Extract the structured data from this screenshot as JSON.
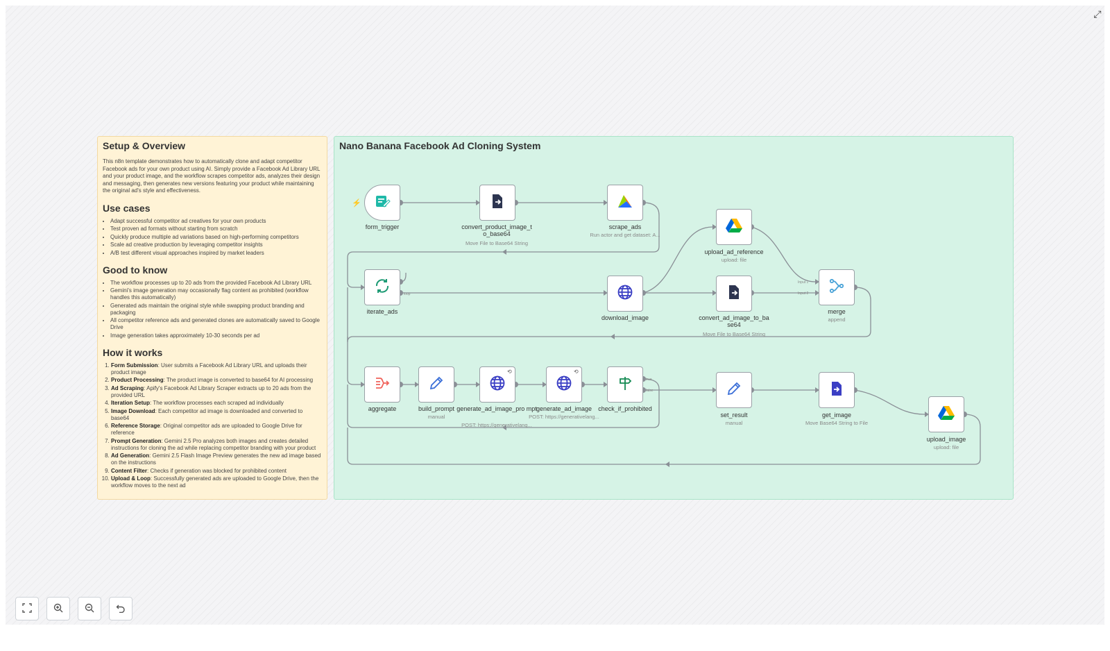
{
  "sticky_setup": {
    "title": "Setup & Overview",
    "intro": "This n8n template demonstrates how to automatically clone and adapt competitor Facebook ads for your own product using AI. Simply provide a Facebook Ad Library URL and your product image, and the workflow scrapes competitor ads, analyzes their design and messaging, then generates new versions featuring your product while maintaining the original ad's style and effectiveness.",
    "use_cases_title": "Use cases",
    "use_cases": [
      "Adapt successful competitor ad creatives for your own products",
      "Test proven ad formats without starting from scratch",
      "Quickly produce multiple ad variations based on high-performing competitors",
      "Scale ad creative production by leveraging competitor insights",
      "A/B test different visual approaches inspired by market leaders"
    ],
    "good_to_know_title": "Good to know",
    "good_to_know": [
      "The workflow processes up to 20 ads from the provided Facebook Ad Library URL",
      "Gemini's image generation may occasionally flag content as prohibited (workflow handles this automatically)",
      "Generated ads maintain the original style while swapping product branding and packaging",
      "All competitor reference ads and generated clones are automatically saved to Google Drive",
      "Image generation takes approximately 10-30 seconds per ad"
    ],
    "how_title": "How it works",
    "how_steps": [
      {
        "name": "Form Submission",
        "text": ": User submits a Facebook Ad Library URL and uploads their product image"
      },
      {
        "name": "Product Processing",
        "text": ": The product image is converted to base64 for AI processing"
      },
      {
        "name": "Ad Scraping",
        "text": ": Apify's Facebook Ad Library Scraper extracts up to 20 ads from the provided URL"
      },
      {
        "name": "Iteration Setup",
        "text": ": The workflow processes each scraped ad individually"
      },
      {
        "name": "Image Download",
        "text": ": Each competitor ad image is downloaded and converted to base64"
      },
      {
        "name": "Reference Storage",
        "text": ": Original competitor ads are uploaded to Google Drive for reference"
      },
      {
        "name": "Prompt Generation",
        "text": ": Gemini 2.5 Pro analyzes both images and creates detailed instructions for cloning the ad while replacing competitor branding with your product"
      },
      {
        "name": "Ad Generation",
        "text": ": Gemini 2.5 Flash Image Preview generates the new ad image based on the instructions"
      },
      {
        "name": "Content Filter",
        "text": ": Checks if generation was blocked for prohibited content"
      },
      {
        "name": "Upload & Loop",
        "text": ": Successfully generated ads are uploaded to Google Drive, then the workflow moves to the next ad"
      }
    ]
  },
  "sticky_main": {
    "title": "Nano Banana Facebook Ad Cloning System"
  },
  "nodes": {
    "form_trigger": {
      "label": "form_trigger",
      "icon": "form-icon"
    },
    "convert_product": {
      "label": "convert_product_image_t o_base64",
      "sub": "Move File to Base64 String",
      "icon": "file-convert-icon"
    },
    "scrape_ads": {
      "label": "scrape_ads",
      "sub": "Run actor and get dataset: A...",
      "icon": "apify-icon"
    },
    "upload_ad_reference": {
      "label": "upload_ad_reference",
      "sub": "upload: file",
      "icon": "google-drive-icon"
    },
    "iterate_ads": {
      "label": "iterate_ads",
      "icon": "loop-icon",
      "port_label": "loop"
    },
    "download_image": {
      "label": "download_image",
      "icon": "globe-icon"
    },
    "convert_ad_image": {
      "label": "convert_ad_image_to_ba se64",
      "sub": "Move File to Base64 String",
      "icon": "file-convert-icon"
    },
    "merge": {
      "label": "merge",
      "sub": "append",
      "icon": "merge-icon",
      "input1": "Input 1",
      "input2": "Input 2"
    },
    "aggregate": {
      "label": "aggregate",
      "icon": "aggregate-icon"
    },
    "build_prompt": {
      "label": "build_prompt",
      "sub": "manual",
      "icon": "pencil-icon"
    },
    "generate_ad_image_prompt": {
      "label": "generate_ad_image_pro mpt",
      "sub": "POST: https://generativelang...",
      "icon": "globe-icon"
    },
    "generate_ad_image": {
      "label": "generate_ad_image",
      "sub": "POST: https://generativelang...",
      "icon": "globe-icon"
    },
    "check_if_prohibited": {
      "label": "check_if_prohibited",
      "icon": "signpost-icon",
      "true_label": "true",
      "false_label": "false"
    },
    "set_result": {
      "label": "set_result",
      "sub": "manual",
      "icon": "pencil-icon"
    },
    "get_image": {
      "label": "get_image",
      "sub": "Move Base64 String to File",
      "icon": "file-export-icon"
    },
    "upload_image": {
      "label": "upload_image",
      "sub": "upload: file",
      "icon": "google-drive-icon"
    }
  },
  "controls": {
    "fit": "fit-view-icon",
    "zoom_in": "zoom-in-icon",
    "zoom_out": "zoom-out-icon",
    "reset": "undo-icon",
    "expand": "expand-icon"
  },
  "colors": {
    "trigger_accent": "#f26b3a",
    "edge": "#8a8f96",
    "sticky_yellow": "#fff3d6",
    "sticky_green": "#d6f3e6"
  }
}
